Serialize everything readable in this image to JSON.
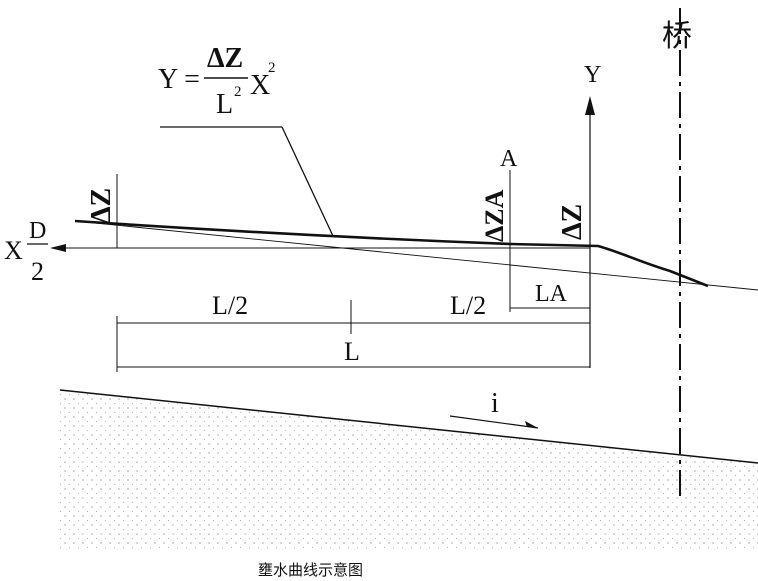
{
  "labels": {
    "bridge": "桥",
    "y_axis": "Y",
    "x_axis": "X",
    "formula_lhs": "Y =",
    "formula_num": "ΔZ",
    "formula_den": "L",
    "formula_den_exp": "2",
    "formula_var": "X",
    "formula_var_exp": "2",
    "delta_z_left": "ΔZ",
    "delta_za": "ΔZA",
    "delta_z_right": "ΔZ",
    "point_a": "A",
    "la": "LA",
    "half_d_num": "D",
    "half_d_den": "2",
    "l_half_left": "L/2",
    "l_half_right": "L/2",
    "l_total": "L",
    "slope_i": "i"
  },
  "caption": "壅水曲线示意图"
}
